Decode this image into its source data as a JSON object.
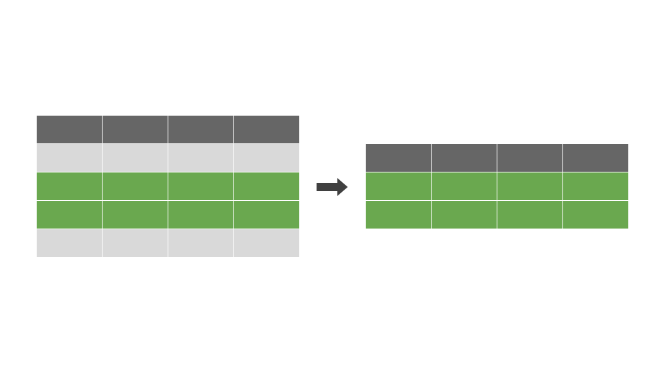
{
  "colors": {
    "header": "#666666",
    "excluded_row": "#d9d9d9",
    "selected_row": "#6aa84f",
    "arrow": "#404040"
  },
  "source_table": {
    "columns": 4,
    "rows": [
      "header",
      "excluded_row",
      "selected_row",
      "selected_row",
      "excluded_row"
    ]
  },
  "result_table": {
    "columns": 4,
    "rows": [
      "header",
      "selected_row",
      "selected_row"
    ]
  },
  "arrow": {
    "icon": "right-arrow-icon"
  }
}
